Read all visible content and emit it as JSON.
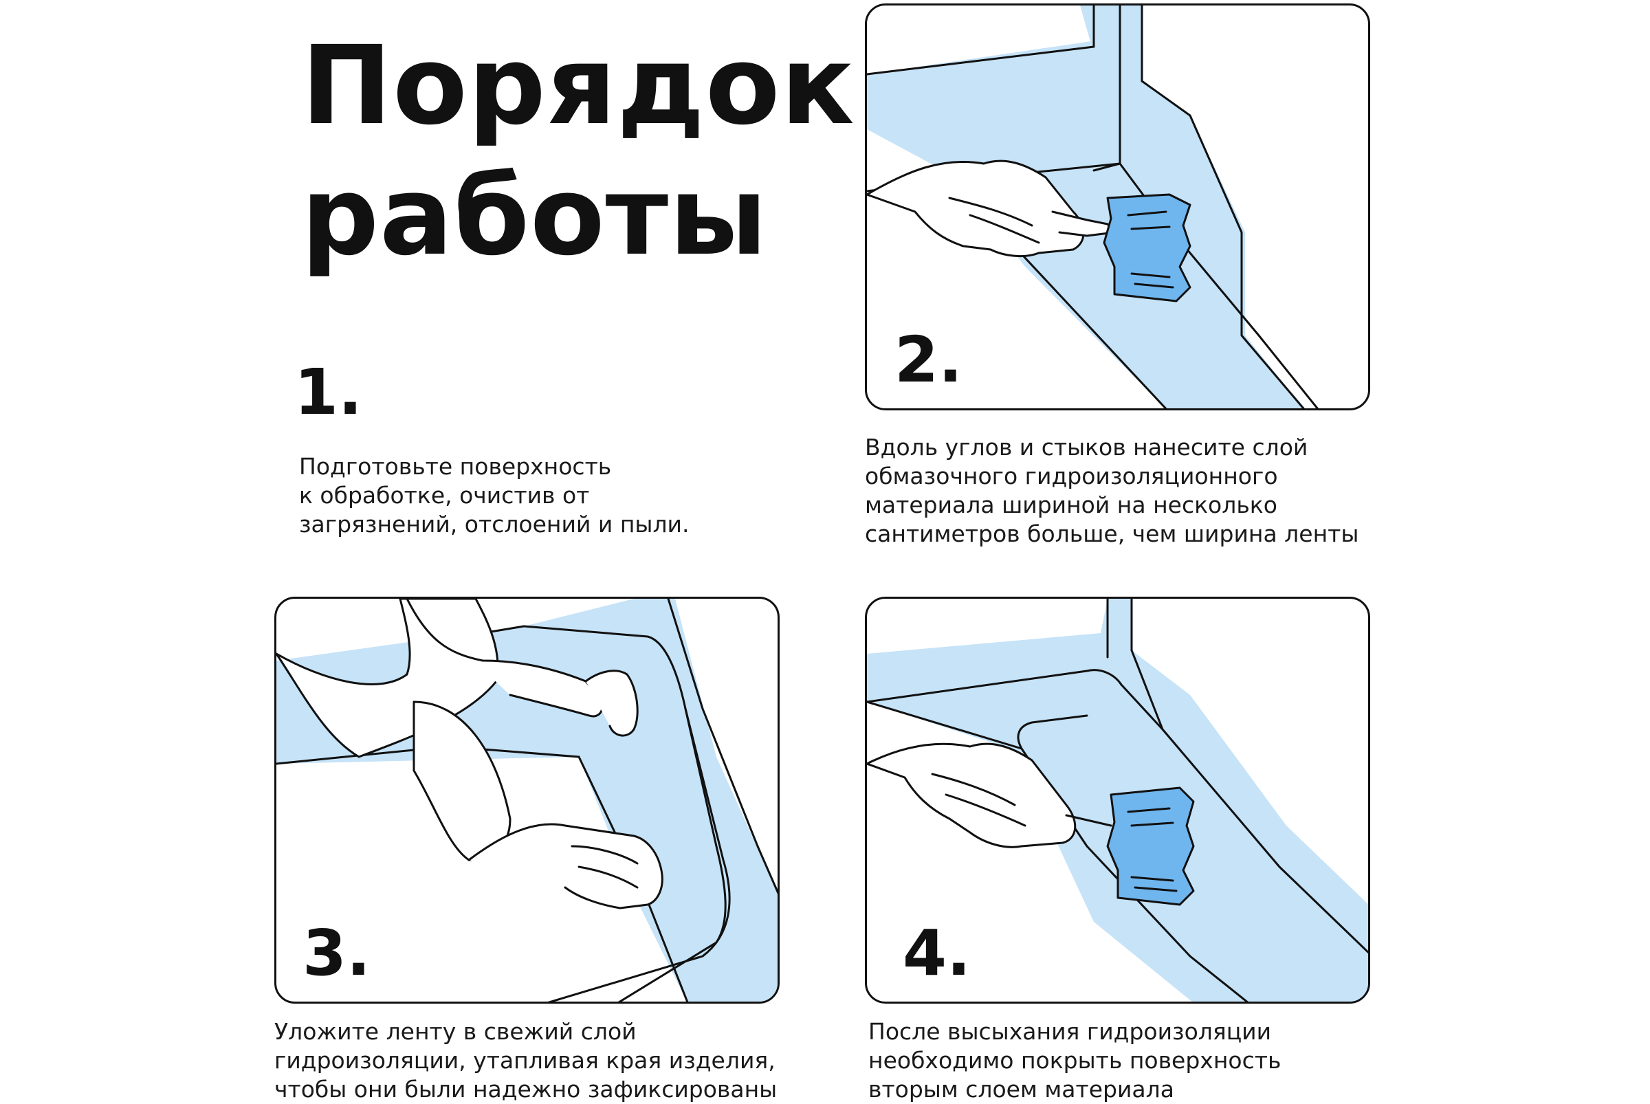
{
  "title": {
    "line1": "Порядок",
    "line2": "работы"
  },
  "colors": {
    "accent_light": "#c6e3f8",
    "accent_brush": "#6fb6ef",
    "ink": "#111111"
  },
  "steps": [
    {
      "number": "1.",
      "lines": [
        "Подготовьте поверхность",
        "к обработке, очистив от",
        "загрязнений, отслоений и пыли."
      ]
    },
    {
      "number": "2.",
      "lines": [
        "Вдоль углов и стыков нанесите слой",
        "обмазочного гидроизоляционного",
        "материала шириной на несколько",
        "сантиметров больше, чем ширина ленты"
      ]
    },
    {
      "number": "3.",
      "lines": [
        "Уложите ленту в свежий слой",
        "гидроизоляции, утапливая края изделия,",
        "чтобы они были надежно зафиксированы"
      ]
    },
    {
      "number": "4.",
      "lines": [
        "После высыхания гидроизоляции",
        "необходимо покрыть поверхность",
        "вторым слоем материала"
      ]
    }
  ],
  "icons": {
    "step2": "hand-brush-corner-illustration",
    "step3": "hands-laying-tape-illustration",
    "step4": "hand-brush-second-coat-illustration"
  }
}
